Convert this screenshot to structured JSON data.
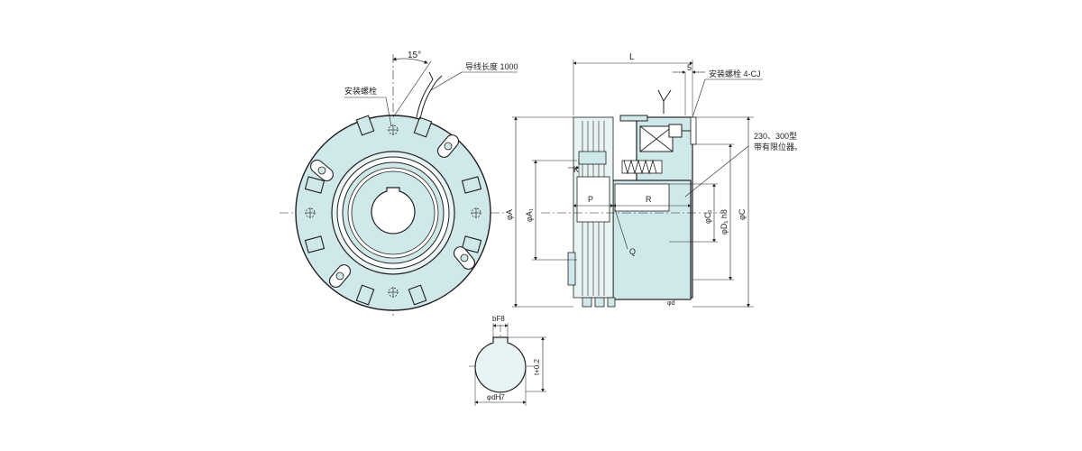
{
  "front_view": {
    "angle_label": "15°",
    "wire_label": "导线长度 1000",
    "bolt_label": "安装螺栓"
  },
  "side_view": {
    "dim_L": "L",
    "dim_5": "5",
    "bolt_label": "安装螺栓 4-CJ",
    "note_line1": "230、300型",
    "note_line2": "带有限位器。",
    "dim_K": "K",
    "dim_P": "P",
    "dim_R": "R",
    "dim_Q": "Q",
    "dim_A": "φA",
    "dim_A1": "φA₁",
    "dim_C1": "φC₁",
    "dim_D1": "φD₁ h8",
    "dim_C": "φC",
    "dim_d": "φd"
  },
  "key_view": {
    "b_label": "bF8",
    "t_label": "t+0.2",
    "d_label": "φdH7"
  },
  "colors": {
    "body_fill": "#cfe8ea",
    "line": "#231f20",
    "dim_line": "#6d6e71"
  }
}
